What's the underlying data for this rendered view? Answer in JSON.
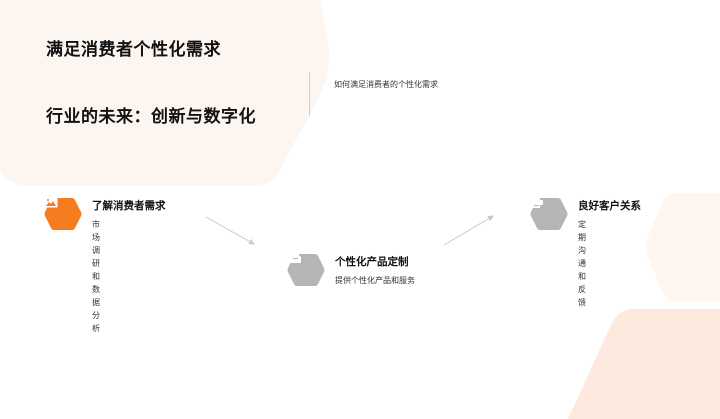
{
  "slide": {
    "title": "满足消费者个性化需求",
    "heading": "行业的未来：创新与数字化",
    "subtitle": "如何满足消费者的个性化需求"
  },
  "steps": [
    {
      "label": "了解消费者需求",
      "desc": "市场调研和数据分析",
      "icon": "image-icon",
      "color": "#F57C1F"
    },
    {
      "label": "个性化产品定制",
      "desc": "提供个性化产品和服务",
      "icon": "sofa-icon",
      "color": "#B5B5B5"
    },
    {
      "label": "良好客户关系",
      "desc": "定期沟通和反馈",
      "icon": "printer-icon",
      "color": "#B5B5B5"
    }
  ],
  "colors": {
    "accent": "#F57C1F",
    "muted_icon": "#B5B5B5",
    "bg_shape_light": "#FDF6F0",
    "bg_shape_peach": "#FDE9DD",
    "arrow": "#C8C8C8"
  }
}
